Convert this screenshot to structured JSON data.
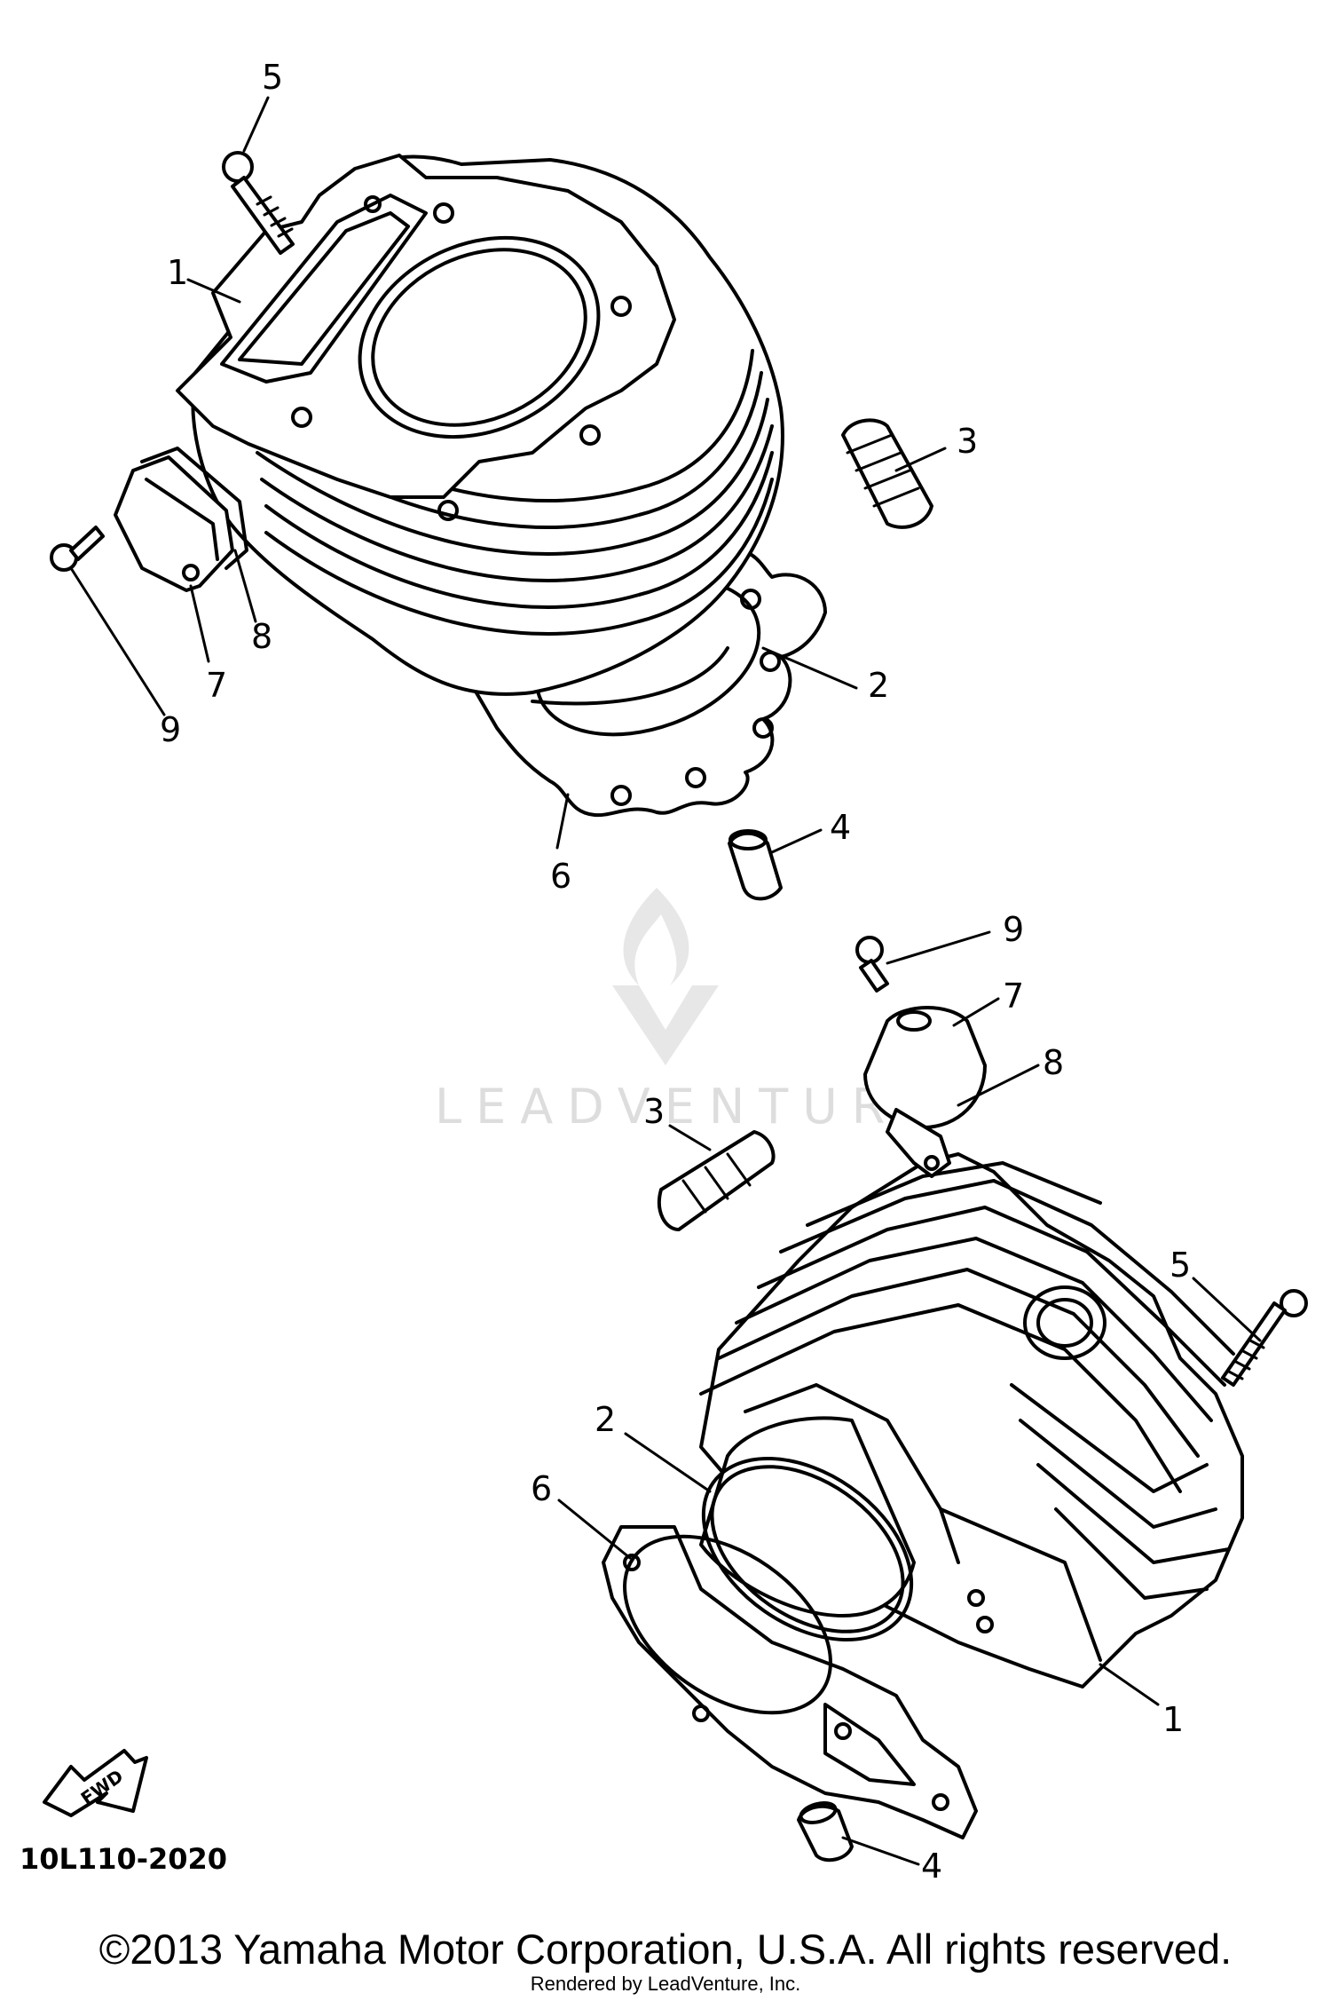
{
  "upper_callouts": [
    "5",
    "1",
    "3",
    "2",
    "6",
    "4",
    "9",
    "7",
    "8"
  ],
  "lower_callouts": [
    "9",
    "7",
    "8",
    "3",
    "5",
    "2",
    "6",
    "1",
    "4"
  ],
  "fwd_arrow_label": "FWD",
  "diagram_code": "10L110-2020",
  "watermark": "LEADVENTURE",
  "copyright": "©2013 Yamaha Motor Corporation, U.S.A. All rights reserved.",
  "rendered_by": "Rendered by LeadVenture, Inc."
}
